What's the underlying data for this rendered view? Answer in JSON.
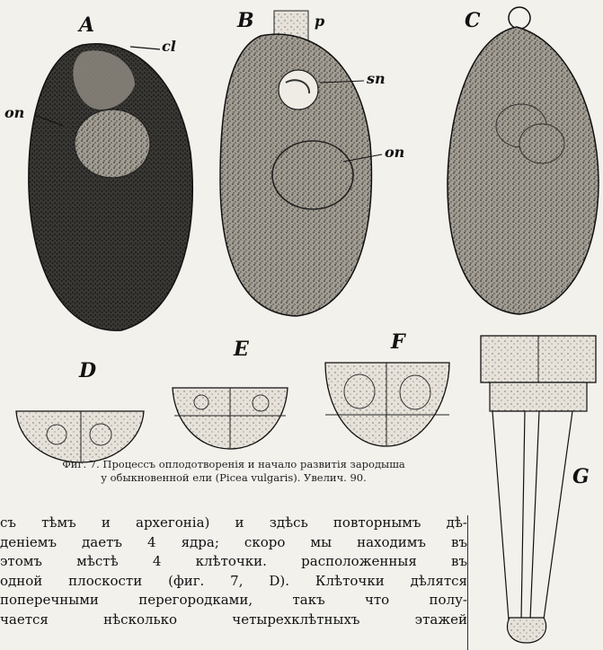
{
  "labels": {
    "A": "A",
    "B": "B",
    "C": "C",
    "D": "D",
    "E": "E",
    "F": "F",
    "G": "G",
    "cl": "cl",
    "p": "p",
    "on_a": "on",
    "sn": "sn",
    "on_b": "on"
  },
  "caption": {
    "line1": "Фиг. 7. Процессъ оплодотворенія и начало развитія зародыша",
    "line2": "у обыкновенной ели (Picea vulgaris). Увелич. 90."
  },
  "body": {
    "lines": [
      "съ тѣмъ и архегоніа) и здѣсь повторнымъ дѣ-",
      "деніемъ даетъ 4 ядра; скоро мы находимъ въ",
      "этомъ мѣстѣ 4 клѣточки. расположенныя въ",
      "одной плоскости (фиг. 7, D). Клѣточки дѣлятся",
      "поперечными перегородками, такъ что полу-",
      "чается нѣсколько четырехклѣтныхъ этажей"
    ]
  },
  "colors": {
    "ink": "#1a1a1a",
    "cell_fill": "#8f8a80",
    "cell_dark": "#2a2826",
    "paper": "#f3f1ec"
  }
}
